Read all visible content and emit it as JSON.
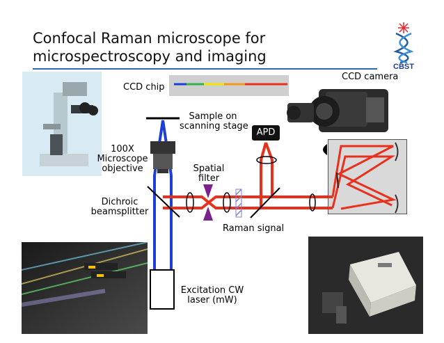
{
  "title": {
    "line1": "Confocal Raman microscope for",
    "line2": "microspectroscopy and imaging"
  },
  "logo": {
    "text": "CBST",
    "icon": "dna-helix-icon",
    "accent": "#e8232a",
    "helix_color": "#1f5aa6"
  },
  "labels": {
    "ccd_camera": "CCD camera",
    "ccd_chip": "CCD chip",
    "sample_line1": "Sample on",
    "sample_line2": "scanning stage",
    "objective_line1": "100X",
    "objective_line2": "Microscope",
    "objective_line3": "objective",
    "apd": "APD",
    "spatial_line1": "Spatial",
    "spatial_line2": "filter",
    "dichroic_line1": "Dichroic",
    "dichroic_line2": "beamsplitter",
    "raman_signal": "Raman signal",
    "laser_line1": "Excitation CW",
    "laser_line2": "laser (mW)"
  },
  "colors": {
    "excitation_beam": "#1e3fd6",
    "raman_beam": "#e8301c",
    "filter": "#7a1f8c",
    "title_rule": "#2c68b5"
  }
}
